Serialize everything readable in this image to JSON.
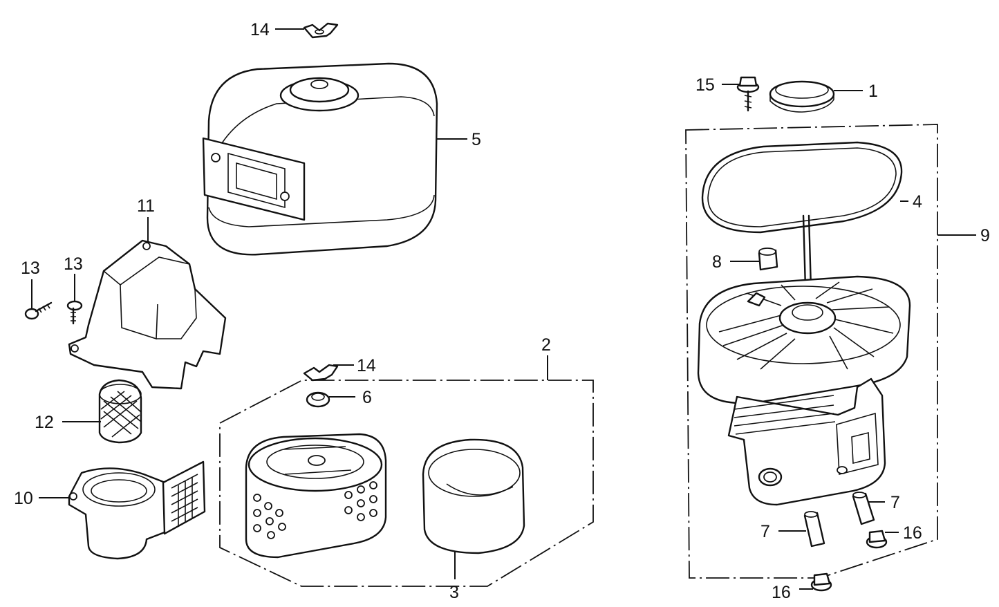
{
  "callouts": {
    "c1": "1",
    "c2": "2",
    "c3": "3",
    "c4": "4",
    "c5": "5",
    "c6": "6",
    "c7a": "7",
    "c7b": "7",
    "c8": "8",
    "c9": "9",
    "c10": "10",
    "c11": "11",
    "c12": "12",
    "c13a": "13",
    "c13b": "13",
    "c14a": "14",
    "c14b": "14",
    "c15": "15",
    "c16a": "16",
    "c16b": "16"
  }
}
